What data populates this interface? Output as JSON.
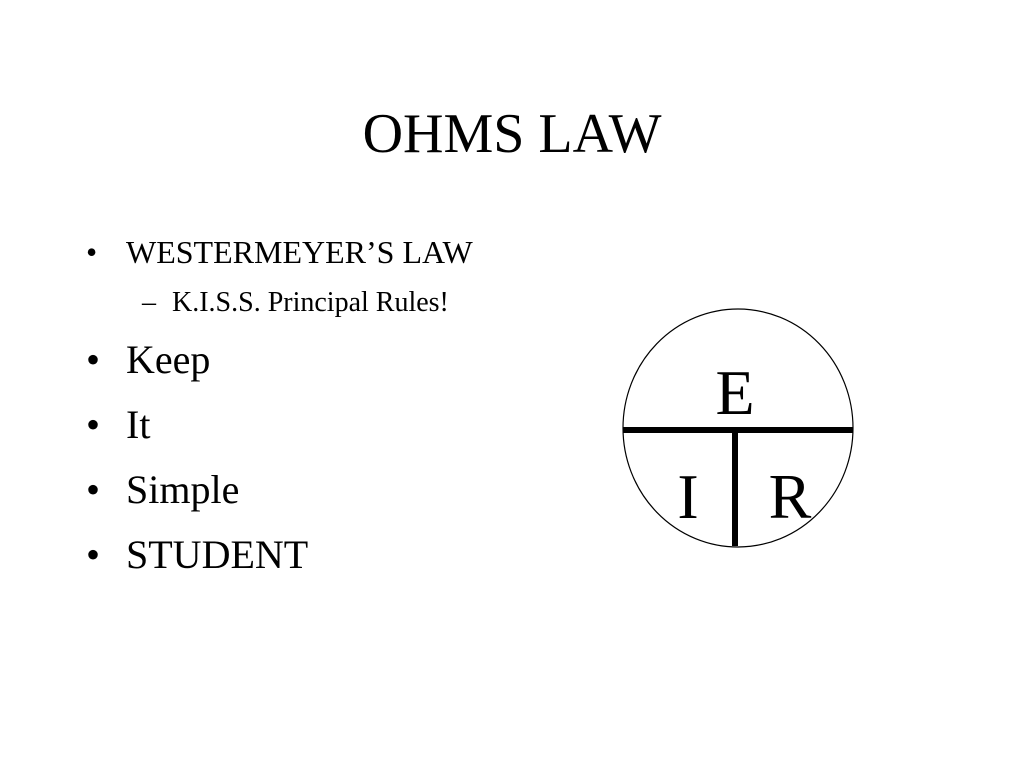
{
  "slide": {
    "title": "OHMS LAW",
    "bullets": [
      {
        "text": "WESTERMEYER’S LAW",
        "sub": [
          "K.I.S.S. Principal Rules!"
        ]
      },
      {
        "text": "Keep"
      },
      {
        "text": "It"
      },
      {
        "text": "Simple"
      },
      {
        "text": "STUDENT"
      }
    ],
    "bullet_symbol": "•",
    "sub_bullet_symbol": "–"
  },
  "ohms_diagram": {
    "top_label": "E",
    "bottom_left_label": "I",
    "bottom_right_label": "R"
  }
}
